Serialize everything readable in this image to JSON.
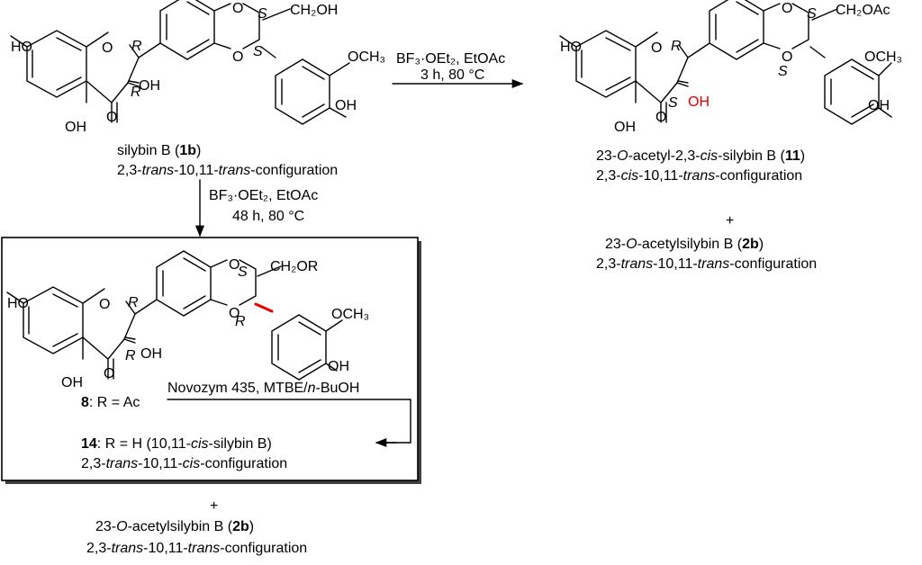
{
  "arrow_top": {
    "line1": "BF₃·OEt₂, EtOAc",
    "line2": "3 h, 80 °C"
  },
  "arrow_down": {
    "line1": "BF₃·OEt₂, EtOAc",
    "line2": "48 h, 80 °C"
  },
  "arrow_box": {
    "label_a": "Novozym 435, MTBE/",
    "label_b": "n",
    "label_c": "-BuOH"
  },
  "atoms": {
    "ho": "HO",
    "oh": "OH",
    "o": "O",
    "och3": "OCH₃",
    "ch2oh": "CH₂OH",
    "ch2oac": "CH₂OAc",
    "ch2or": "CH₂OR"
  },
  "stereo": {
    "r": "R",
    "s": "S"
  },
  "compound_1b": {
    "name_a": "silybin B (",
    "name_num": "1b",
    "name_b": ")",
    "config_a": "2,3-",
    "config_b": "trans",
    "config_c": "-10,11-",
    "config_d": "trans",
    "config_e": "-configuration"
  },
  "compound_11": {
    "name_a": "23-",
    "name_b": "O",
    "name_c": "-acetyl-2,3-",
    "name_d": "cis",
    "name_e": "-silybin B (",
    "name_num": "11",
    "name_f": ")",
    "config_a": "2,3-",
    "config_b": "cis",
    "config_c": "-10,11-",
    "config_d": "trans",
    "config_e": "-configuration"
  },
  "plus": "+",
  "compound_2b": {
    "name_a": "23-",
    "name_b": "O",
    "name_c": "-acetylsilybin B (",
    "name_num": "2b",
    "name_d": ")",
    "config_a": "2,3-",
    "config_b": "trans",
    "config_c": "-10,11-",
    "config_d": "trans",
    "config_e": "-configuration"
  },
  "compound_8": {
    "num": "8",
    "text": ": R = Ac"
  },
  "compound_14": {
    "num": "14",
    "text_a": ": R = H (10,11-",
    "text_b": "cis",
    "text_c": "-silybin B)",
    "config_a": "2,3-",
    "config_b": "trans",
    "config_c": "-10,11-",
    "config_d": "cis",
    "config_e": "-configuration"
  }
}
